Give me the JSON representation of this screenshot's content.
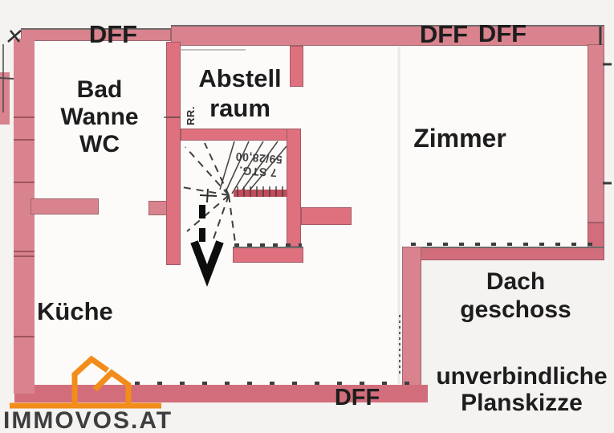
{
  "plan": {
    "title_hint": "attic floor sketch",
    "windows": {
      "dff_top_left": "DFF",
      "dff_top_right_a": "DFF",
      "dff_top_right_b": "DFF",
      "dff_bottom": "DFF"
    },
    "rooms": {
      "bathroom_lines": [
        "Bad",
        "Wanne",
        "WC"
      ],
      "storage_lines": [
        "Abstell",
        "raum"
      ],
      "room": "Zimmer",
      "kitchen": "Küche",
      "attic_lines": [
        "Dach",
        "geschoss"
      ]
    },
    "stairs": {
      "note_line1": "7 STG.",
      "note_line2": "59/28,00",
      "pipe_label": "RR."
    },
    "disclaimer_lines": [
      "unverbindliche",
      "Planskizze"
    ]
  },
  "branding": {
    "name": "IMMOVOS.AT"
  },
  "colors": {
    "bg": "#f4f3f1",
    "room": "#fcfbf9",
    "wall": "#d9838e",
    "wall_deep": "#d26e7c",
    "wall_bright": "#df717f",
    "ink": "#1d1d1d",
    "stair_ink": "#3f3f3f",
    "orange": "#f28c1a",
    "brand": "#3e3e3e",
    "step_bar": "#c24c5b"
  }
}
